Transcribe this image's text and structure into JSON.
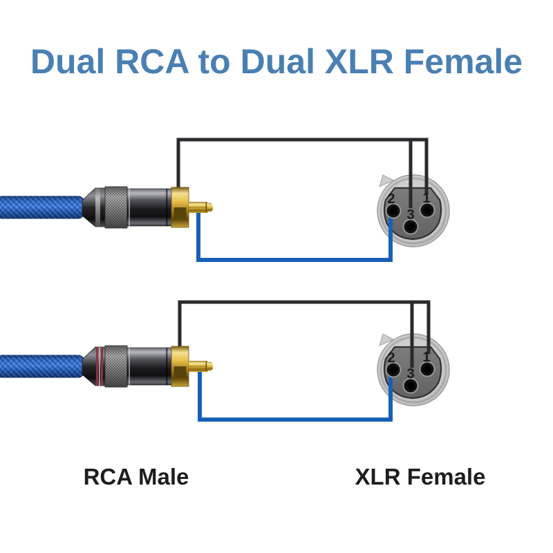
{
  "title": {
    "text": "Dual RCA to Dual XLR Female"
  },
  "footer_labels": {
    "rca": "RCA Male",
    "xlr": "XLR Female"
  },
  "colors": {
    "title_blue": "#4a7fb3",
    "label_black": "#1e1e1e",
    "wire_black": "#2a2a2e",
    "wire_blue": "#1660b8",
    "cable_blue": "#2b64c8",
    "gold": "#d9ab30",
    "xlr_outer_gray": "#c9c9c9",
    "xlr_face_gray": "#6d6d6d"
  },
  "diagrams": [
    {
      "name": "top-channel",
      "pins": {
        "p1": "1",
        "p2": "2",
        "p3": "3"
      }
    },
    {
      "name": "bottom-channel",
      "pins": {
        "p1": "1",
        "p2": "2",
        "p3": "3"
      }
    }
  ]
}
